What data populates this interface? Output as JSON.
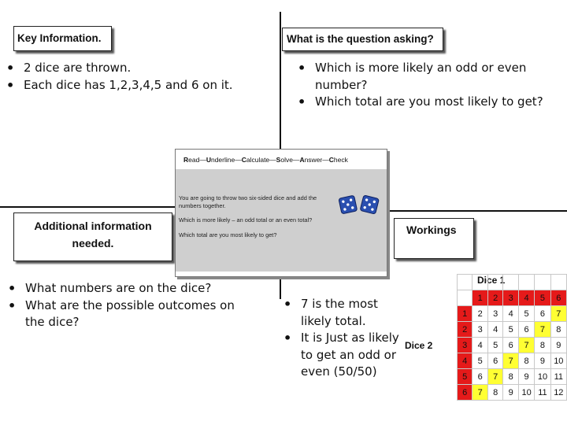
{
  "key_info": {
    "title": "Key Information.",
    "bullets": [
      "2 dice are thrown.",
      "Each dice has 1,2,3,4,5 and 6 on it."
    ]
  },
  "question": {
    "title": "What is the question asking?",
    "bullets": [
      "Which is more likely an odd or even number?",
      "Which total are you most likely to get?"
    ]
  },
  "additional": {
    "title_line1": "Additional information",
    "title_line2": "needed.",
    "bullets": [
      "What numbers are on the dice?",
      "What are the possible outcomes on the dice?"
    ]
  },
  "workings": {
    "title": "Workings",
    "bullets": [
      "7 is the most likely total.",
      "It is Just as likely to get an odd or even (50/50)"
    ]
  },
  "card": {
    "steps": [
      "R",
      "ead",
      "U",
      "nderline",
      "C",
      "alculate",
      "S",
      "olve",
      "A",
      "nswer",
      "C",
      "heck"
    ],
    "separator": "—",
    "line1": "You are going to throw two six-sided dice and add the",
    "line2": "numbers together.",
    "line3": "Which is more likely – an odd total or an even total?",
    "line4": "Which total are you most likely to get?"
  },
  "grid": {
    "dice1_label": "Dice 1",
    "dice2_label": "Dice 2",
    "header": [
      "1",
      "2",
      "3",
      "4",
      "5",
      "6"
    ],
    "rows": [
      [
        "2",
        "3",
        "4",
        "5",
        "6",
        "7"
      ],
      [
        "3",
        "4",
        "5",
        "6",
        "7",
        "8"
      ],
      [
        "4",
        "5",
        "6",
        "7",
        "8",
        "9"
      ],
      [
        "5",
        "6",
        "7",
        "8",
        "9",
        "10"
      ],
      [
        "6",
        "7",
        "8",
        "9",
        "10",
        "11"
      ],
      [
        "7",
        "8",
        "9",
        "10",
        "11",
        "12"
      ]
    ],
    "highlight_value": "7",
    "colors": {
      "header": "#e51a1a",
      "highlight": "#ffff33"
    }
  }
}
